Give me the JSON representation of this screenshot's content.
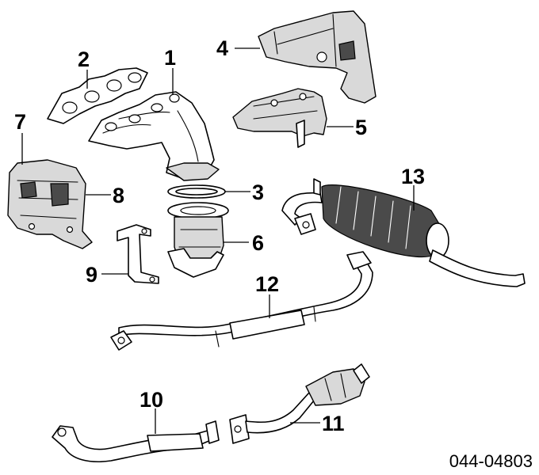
{
  "diagram": {
    "callouts": {
      "c1": "1",
      "c2": "2",
      "c3": "3",
      "c4": "4",
      "c5": "5",
      "c6": "6",
      "c7": "7",
      "c8": "8",
      "c9": "9",
      "c10": "10",
      "c11": "11",
      "c12": "12",
      "c13": "13"
    },
    "reference_code": "044-04803"
  }
}
